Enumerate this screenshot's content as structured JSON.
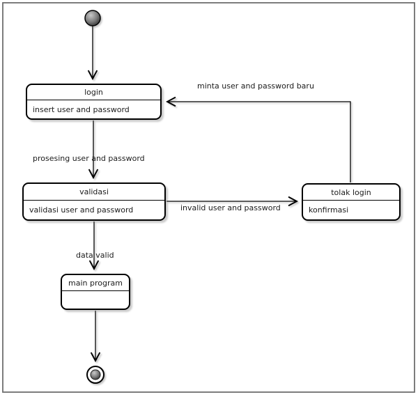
{
  "diagram": {
    "kind": "uml-state-diagram",
    "nodes": {
      "initial": {
        "type": "initial-state"
      },
      "login": {
        "title": "login",
        "body": "insert user and password"
      },
      "validasi": {
        "title": "validasi",
        "body": "validasi user and password"
      },
      "tolak_login": {
        "title": "tolak login",
        "body": "konfirmasi"
      },
      "main_program": {
        "title": "main program",
        "body": ""
      },
      "final": {
        "type": "final-state"
      }
    },
    "edges": [
      {
        "from": "initial",
        "to": "login",
        "label": ""
      },
      {
        "from": "login",
        "to": "validasi",
        "label": "prosesing user and password"
      },
      {
        "from": "validasi",
        "to": "tolak_login",
        "label": "invalid user and password"
      },
      {
        "from": "tolak_login",
        "to": "login",
        "label": "minta user and password baru"
      },
      {
        "from": "validasi",
        "to": "main_program",
        "label": "data valid"
      },
      {
        "from": "main_program",
        "to": "final",
        "label": ""
      }
    ],
    "colors": {
      "node_border": "#000000",
      "node_fill": "#ffffff",
      "text": "#1b1b1b",
      "frame": "#6e6e6e",
      "shadow_gray": "#d9d9d9"
    }
  }
}
